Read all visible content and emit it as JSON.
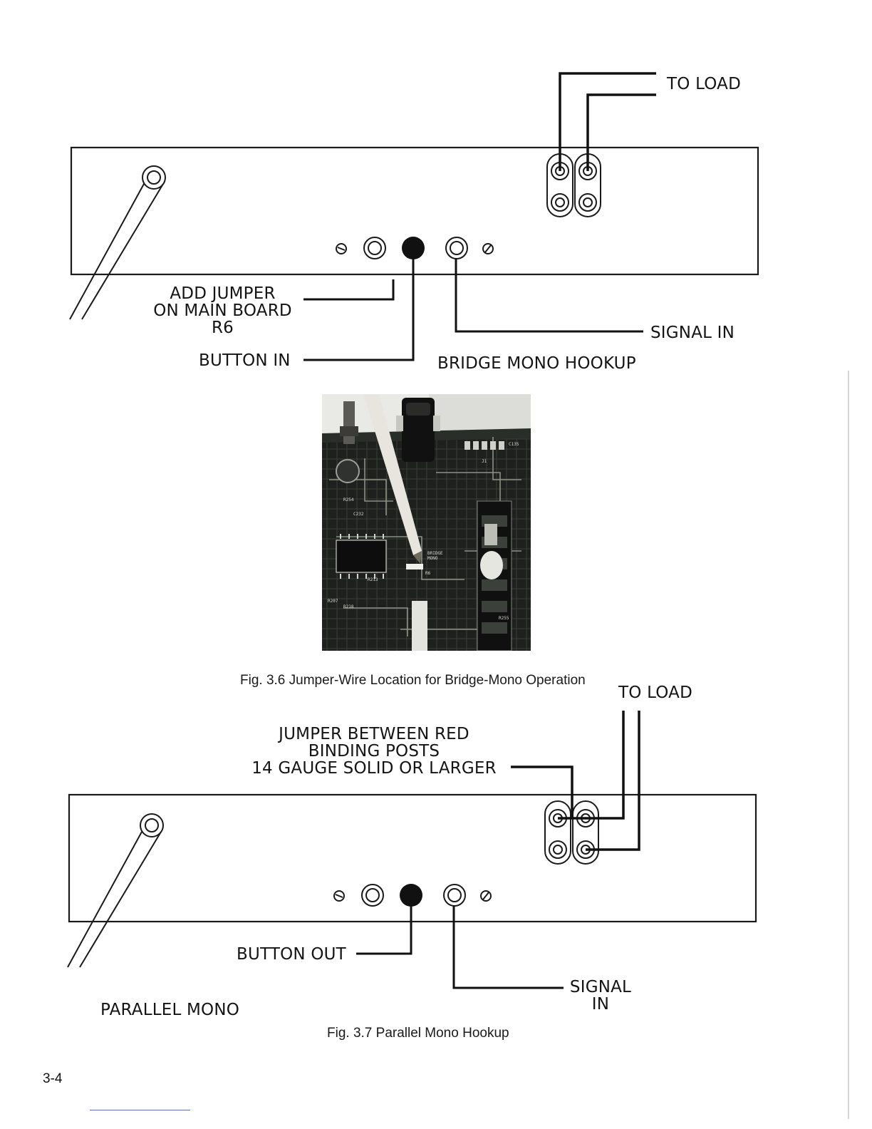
{
  "fig36": {
    "to_load": "TO LOAD",
    "add_jumper": [
      "ADD JUMPER",
      "ON MAIN BOARD",
      "R6"
    ],
    "button_in": "BUTTON IN",
    "signal_in": "SIGNAL IN",
    "hookup_title": "BRIDGE MONO HOOKUP",
    "caption": "Fig. 3.6 Jumper-Wire Location for Bridge-Mono Operation"
  },
  "photo": {
    "board_labels": [
      "BRIDGE",
      "MONO",
      "R6",
      "R254",
      "C232",
      "R213",
      "R207",
      "R218",
      "J1",
      "C135",
      "R255"
    ]
  },
  "fig37": {
    "to_load": "TO LOAD",
    "jumper_note": [
      "JUMPER BETWEEN RED",
      "BINDING POSTS",
      "14 GAUGE SOLID OR LARGER"
    ],
    "button_out": "BUTTON OUT",
    "signal_in": [
      "SIGNAL",
      "IN"
    ],
    "hookup_title": "PARALLEL MONO",
    "caption": "Fig. 3.7 Parallel Mono Hookup"
  },
  "page_number": "3-4"
}
